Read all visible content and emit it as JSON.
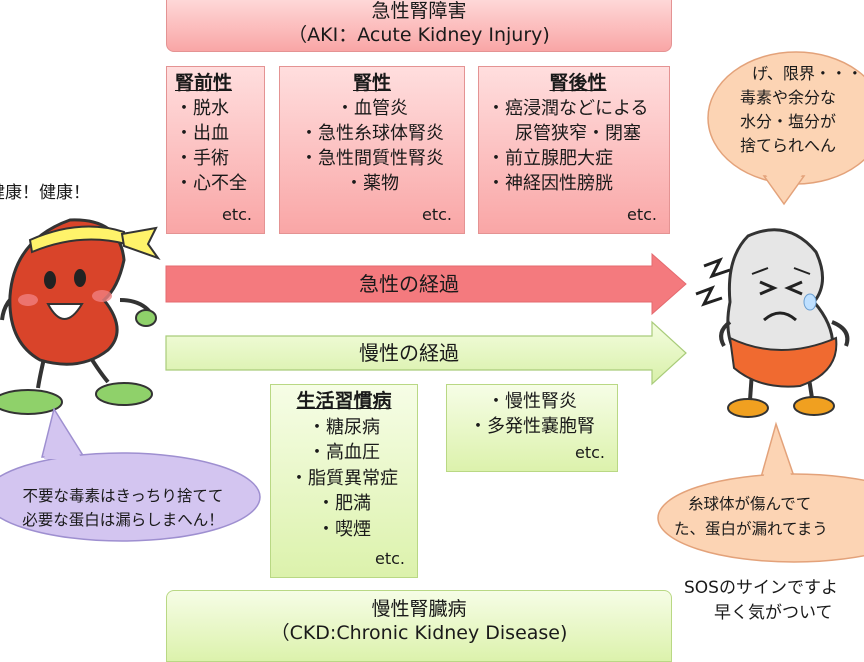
{
  "aki": {
    "title": "急性腎障害",
    "subtitle": "（AKI：Acute Kidney Injury)"
  },
  "causes": [
    {
      "header": "腎前性",
      "items": [
        "・脱水",
        "・出血",
        "・手術",
        "・心不全"
      ],
      "etc": "etc."
    },
    {
      "header": "腎性",
      "items": [
        "・血管炎",
        "・急性糸球体腎炎",
        "・急性間質性腎炎",
        "・薬物"
      ],
      "etc": "etc."
    },
    {
      "header": "腎後性",
      "items": [
        "・癌浸潤などによる",
        "尿管狭窄・閉塞",
        "・前立腺肥大症",
        "・神経因性膀胱"
      ],
      "etc": "etc."
    }
  ],
  "arrows": {
    "acute": "急性の経過",
    "chronic": "慢性の経過"
  },
  "lifestyle": {
    "header": "生活習慣病",
    "items": [
      "・糖尿病",
      "・高血圧",
      "・脂質異常症",
      "・肥満",
      "・喫煙"
    ],
    "etc": "etc."
  },
  "chronic_causes": {
    "items": [
      "・慢性腎炎",
      "・多発性嚢胞腎"
    ],
    "etc": "etc."
  },
  "ckd": {
    "title": "慢性腎臓病",
    "subtitle": "（CKD:Chronic Kidney Disease)"
  },
  "healthy": {
    "shout": "健康！健康！",
    "bubble_line1": "不要な毒素はきっちり捨てて",
    "bubble_line2": "必要な蛋白は漏らしまへん！"
  },
  "sick": {
    "bubble_top": [
      "げ、限界・・・",
      "毒素や余分な",
      "水分・塩分が",
      "捨てられへん"
    ],
    "bubble_bottom": [
      "糸球体が傷んでて",
      "た、蛋白が漏れてまう"
    ],
    "sos_line1": "SOSのサインですよ",
    "sos_line2": "早く気がついて"
  },
  "colors": {
    "acute_arrow": "#f47a7e",
    "chronic_arrow": "#e6f6c4",
    "healthy_kidney": "#d9442a",
    "bubble_purple": "#d3c5f0",
    "bubble_peach": "#fcd4b4"
  }
}
